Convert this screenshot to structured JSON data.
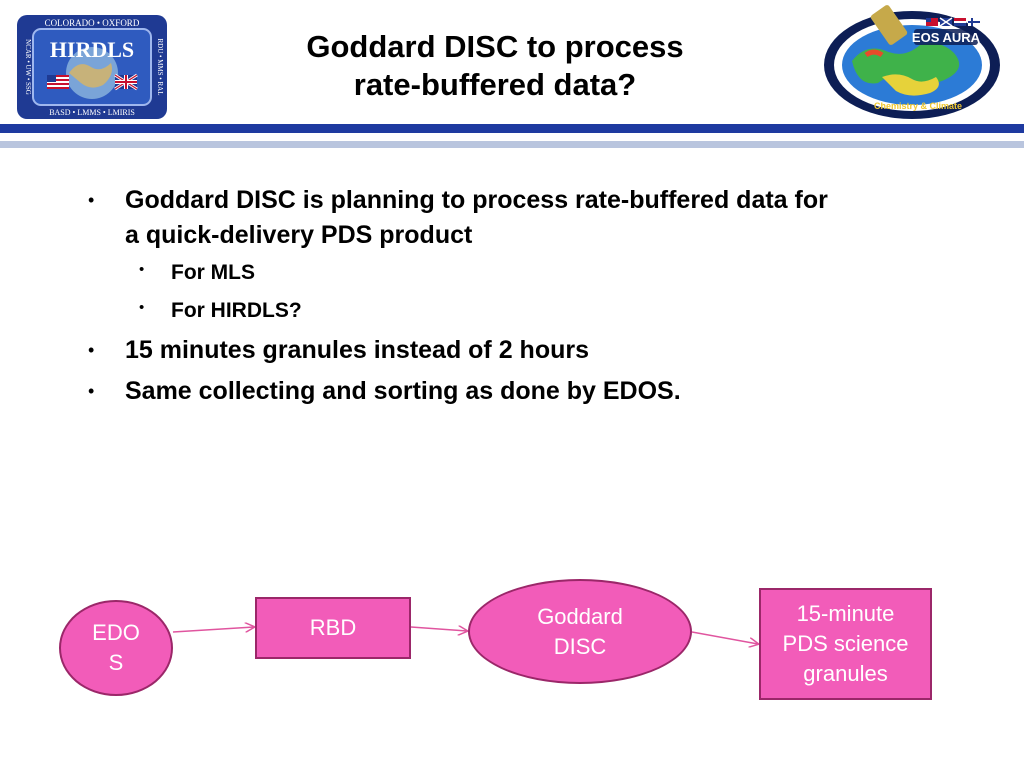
{
  "header": {
    "title_line1": "Goddard DISC to process",
    "title_line2": "rate-buffered data?",
    "hirdls_logo": {
      "name": "HIRDLS",
      "top_text": "COLORADO • OXFORD",
      "bottom_text": "BASD • LMMS • LMIRIS",
      "left_text": "NCAR • UW • SSG",
      "right_text": "RDU • MMS • RAL"
    },
    "aura_logo": {
      "name": "EOS AURA",
      "bottom_text": "Chemistry & Climate"
    }
  },
  "bullets": [
    {
      "level": 1,
      "text_line1": "Goddard DISC is planning to process rate-buffered data for",
      "text_line2": "a quick-delivery PDS product"
    },
    {
      "level": 2,
      "text": "For MLS"
    },
    {
      "level": 2,
      "text": "For HIRDLS?"
    },
    {
      "level": 1,
      "text": "15 minutes granules instead of 2 hours"
    },
    {
      "level": 1,
      "text": "Same collecting and sorting as done by EDOS."
    }
  ],
  "bullet_glyph": "•",
  "diagram": {
    "nodes": [
      {
        "id": "edos",
        "line1": "EDO",
        "line2": "S"
      },
      {
        "id": "rbd",
        "line1": "RBD"
      },
      {
        "id": "disc",
        "line1": "Goddard",
        "line2": "DISC"
      },
      {
        "id": "granules",
        "line1": "15-minute",
        "line2": "PDS science",
        "line3": "granules"
      }
    ],
    "colors": {
      "fill": "#f25cb9",
      "border": "#9b2769",
      "arrow": "#e0559f",
      "text": "#ffffff"
    }
  },
  "colors": {
    "rule_dark": "#1e3aa0",
    "rule_light": "#b9c5de"
  }
}
